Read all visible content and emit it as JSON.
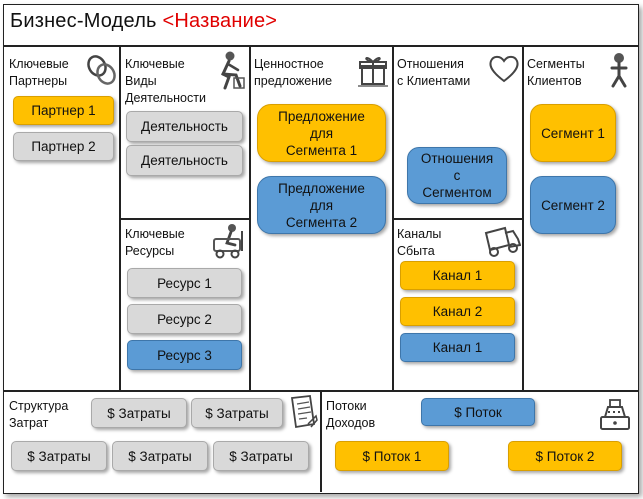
{
  "title": {
    "main": "Бизнес-Модель",
    "highlight": "<Название>"
  },
  "colors": {
    "yellow": "#ffc000",
    "gray": "#d9d9d9",
    "blue": "#5b9bd5",
    "highlight": "#e00000"
  },
  "sections": {
    "partners": {
      "label": "Ключевые\nПартнеры",
      "icon": "chain-link-icon",
      "cards": [
        {
          "text": "Партнер 1",
          "color": "yellow"
        },
        {
          "text": "Партнер 2",
          "color": "gray"
        }
      ]
    },
    "activities": {
      "label": "Ключевые\nВиды\nДеятельности",
      "icon": "worker-icon",
      "cards": [
        {
          "text": "Деятельность",
          "color": "gray"
        },
        {
          "text": "Деятельность",
          "color": "gray"
        }
      ]
    },
    "resources": {
      "label": "Ключевые\nРесурсы",
      "icon": "forklift-icon",
      "cards": [
        {
          "text": "Ресурс 1",
          "color": "gray"
        },
        {
          "text": "Ресурс 2",
          "color": "gray"
        },
        {
          "text": "Ресурс 3",
          "color": "blue"
        }
      ]
    },
    "value": {
      "label": "Ценностное\nпредложение",
      "icon": "gift-icon",
      "cards": [
        {
          "text": "Предложение\nдля\nСегмента 1",
          "color": "yellow"
        },
        {
          "text": "Предложение\nдля\nСегмента 2",
          "color": "blue"
        }
      ]
    },
    "relationships": {
      "label": "Отношения\nс Клиентами",
      "icon": "heart-icon",
      "cards": [
        {
          "text": "Отношения\nс\nСегментом",
          "color": "blue"
        }
      ]
    },
    "channels": {
      "label": "Каналы\nСбыта",
      "icon": "truck-icon",
      "cards": [
        {
          "text": "Канал 1",
          "color": "yellow"
        },
        {
          "text": "Канал 2",
          "color": "yellow"
        },
        {
          "text": "Канал 1",
          "color": "blue"
        }
      ]
    },
    "segments": {
      "label": "Сегменты\nКлиентов",
      "icon": "person-icon",
      "cards": [
        {
          "text": "Сегмент 1",
          "color": "yellow"
        },
        {
          "text": "Сегмент 2",
          "color": "blue"
        }
      ]
    },
    "costs": {
      "label": "Структура\nЗатрат",
      "icon": "receipt-icon",
      "cards": [
        {
          "text": "$ Затраты",
          "color": "gray"
        },
        {
          "text": "$ Затраты",
          "color": "gray"
        },
        {
          "text": "$ Затраты",
          "color": "gray"
        },
        {
          "text": "$ Затраты",
          "color": "gray"
        },
        {
          "text": "$ Затраты",
          "color": "gray"
        }
      ]
    },
    "revenue": {
      "label": "Потоки\nДоходов",
      "icon": "cash-register-icon",
      "cards": [
        {
          "text": "$ Поток",
          "color": "blue"
        },
        {
          "text": "$ Поток 1",
          "color": "yellow"
        },
        {
          "text": "$ Поток 2",
          "color": "yellow"
        }
      ]
    }
  }
}
